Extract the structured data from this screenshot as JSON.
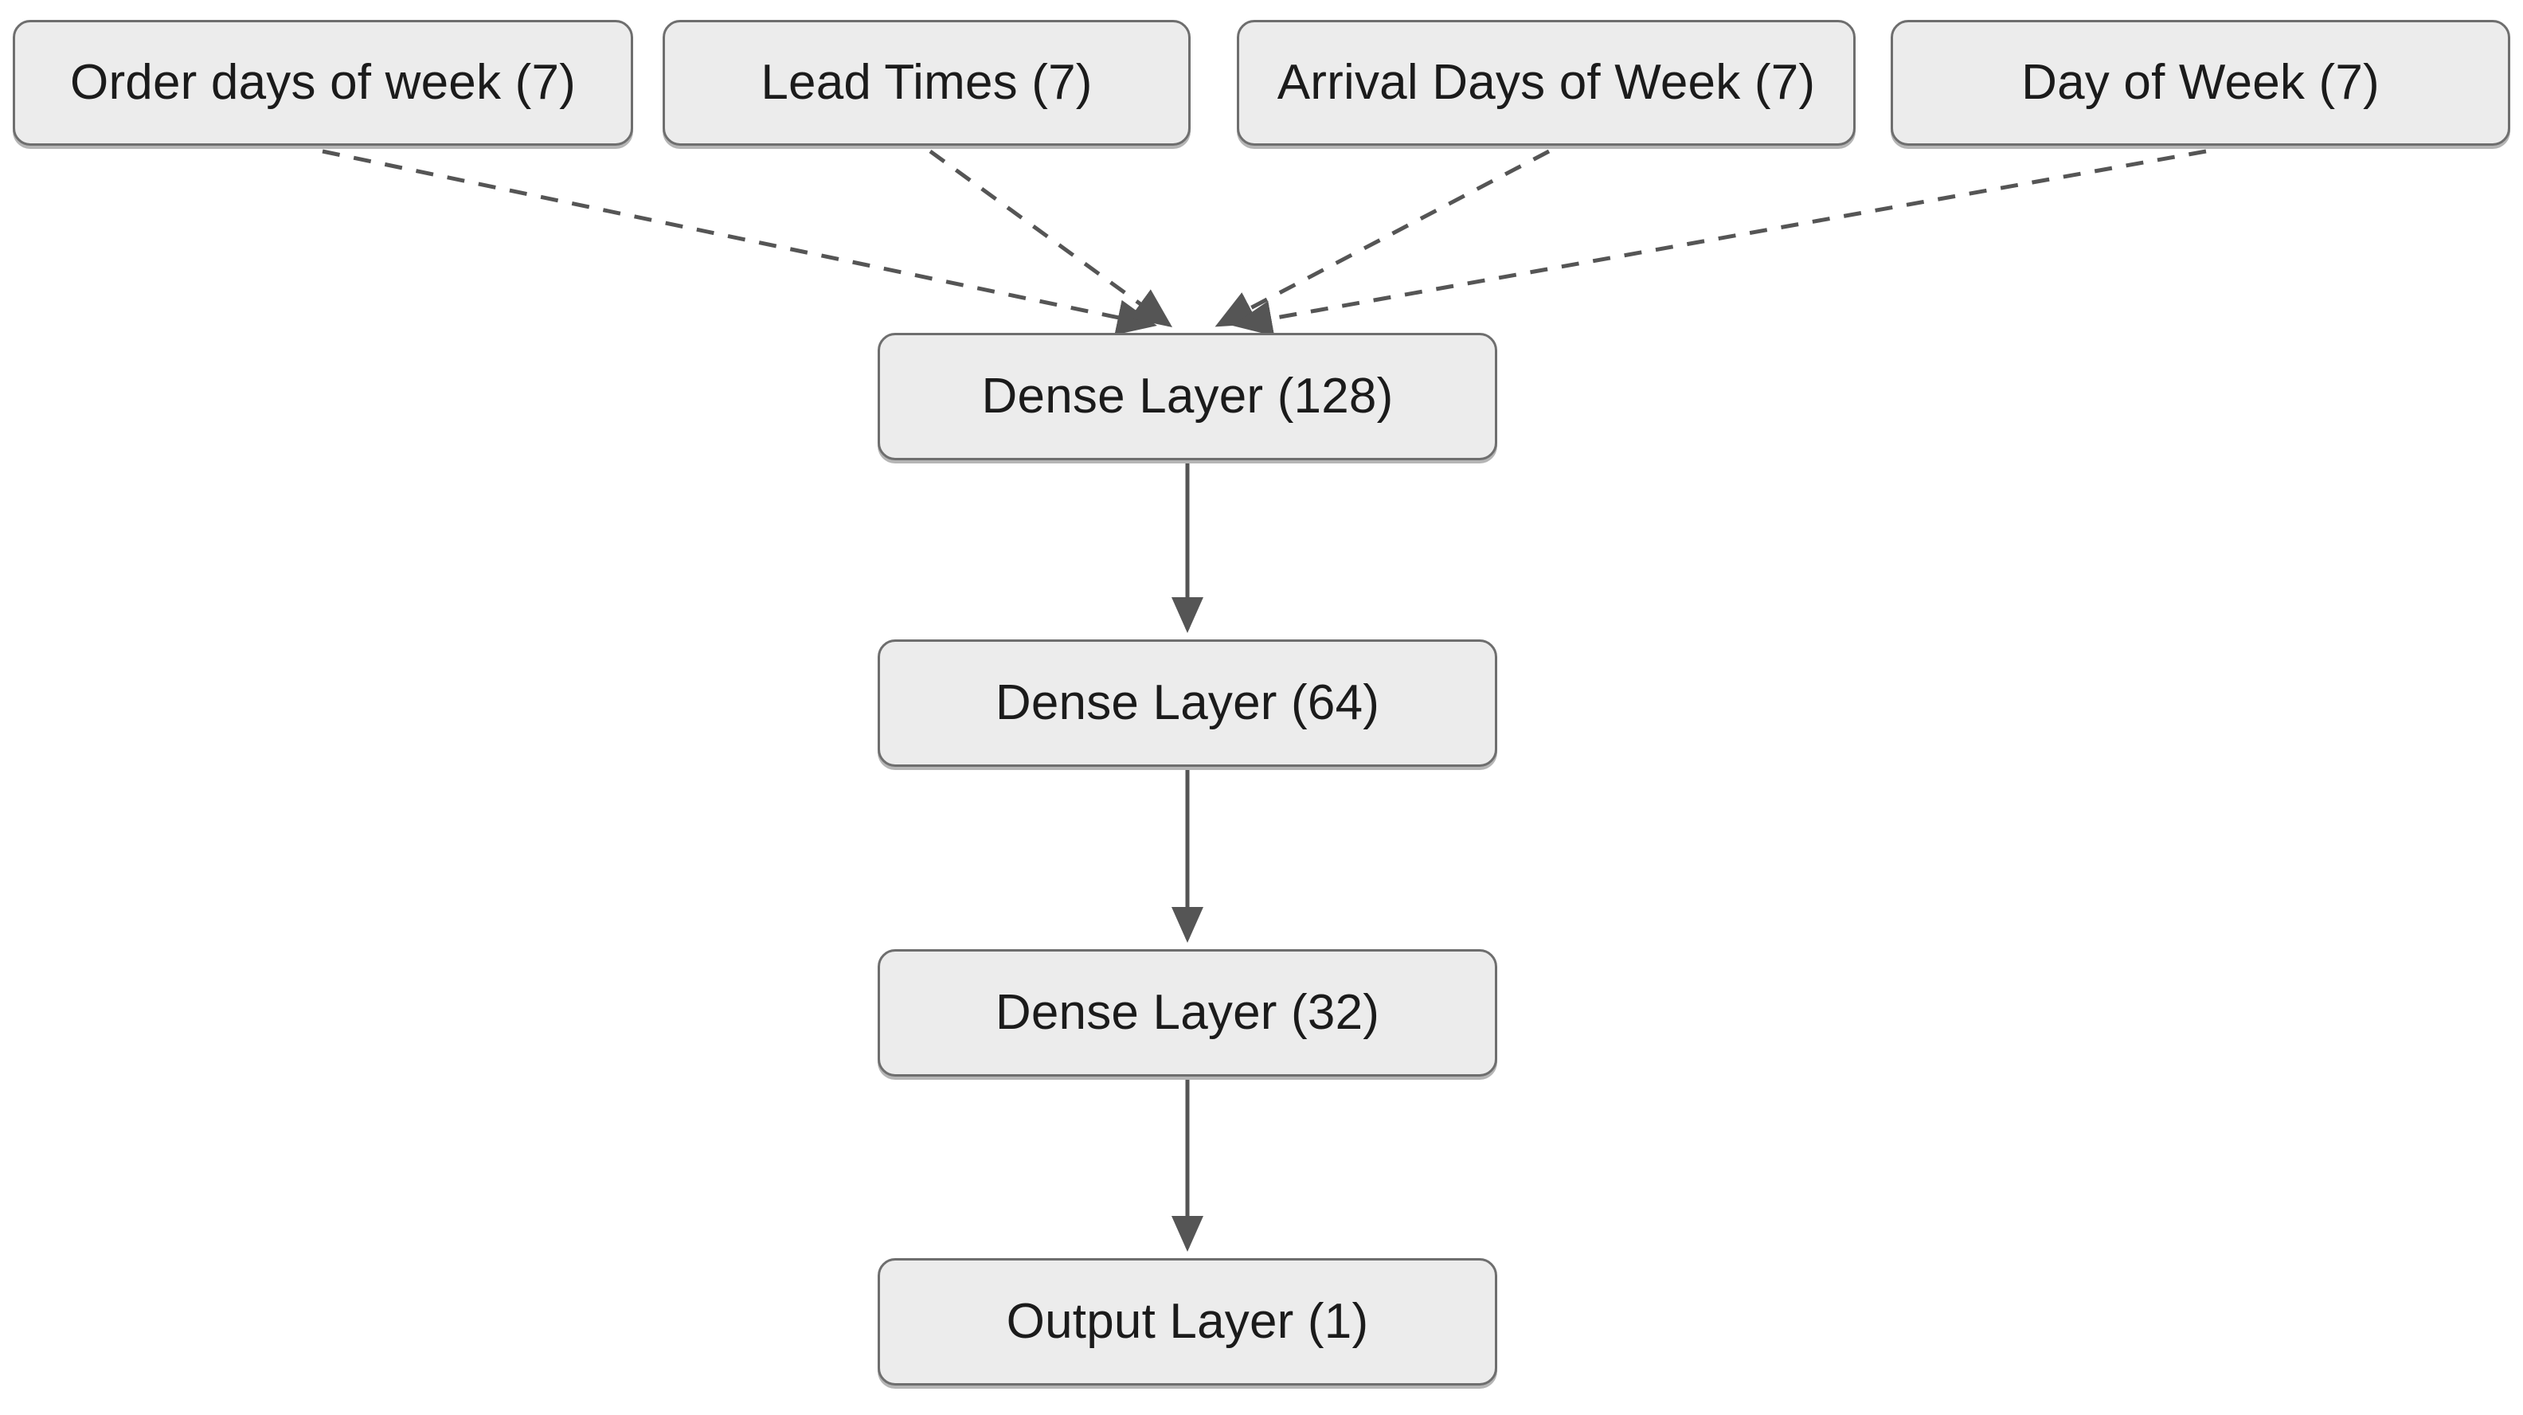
{
  "diagram": {
    "title": "Neural network architecture diagram",
    "type": "flowchart",
    "orientation": "top-down",
    "colors": {
      "node_fill": "#ECECEC",
      "node_border": "#6E6E6E",
      "node_text": "#1B1B1B",
      "edge_solid": "#555555",
      "edge_dashed": "#555555",
      "background": "#FFFFFF"
    },
    "input_nodes": [
      {
        "id": "order-days",
        "label": "Order days of week (7)",
        "units": 7
      },
      {
        "id": "lead-times",
        "label": "Lead Times (7)",
        "units": 7
      },
      {
        "id": "arrival-days",
        "label": "Arrival Days of Week (7)",
        "units": 7
      },
      {
        "id": "day-of-week",
        "label": "Day of Week (7)",
        "units": 7
      }
    ],
    "stack_nodes": [
      {
        "id": "dense-128",
        "label": "Dense Layer (128)",
        "units": 128
      },
      {
        "id": "dense-64",
        "label": "Dense Layer (64)",
        "units": 64
      },
      {
        "id": "dense-32",
        "label": "Dense Layer (32)",
        "units": 32
      },
      {
        "id": "output",
        "label": "Output Layer (1)",
        "units": 1
      }
    ],
    "edges": [
      {
        "from": "order-days",
        "to": "dense-128",
        "style": "dashed"
      },
      {
        "from": "lead-times",
        "to": "dense-128",
        "style": "dashed"
      },
      {
        "from": "arrival-days",
        "to": "dense-128",
        "style": "dashed"
      },
      {
        "from": "day-of-week",
        "to": "dense-128",
        "style": "dashed"
      },
      {
        "from": "dense-128",
        "to": "dense-64",
        "style": "solid"
      },
      {
        "from": "dense-64",
        "to": "dense-32",
        "style": "solid"
      },
      {
        "from": "dense-32",
        "to": "output",
        "style": "solid"
      }
    ]
  }
}
